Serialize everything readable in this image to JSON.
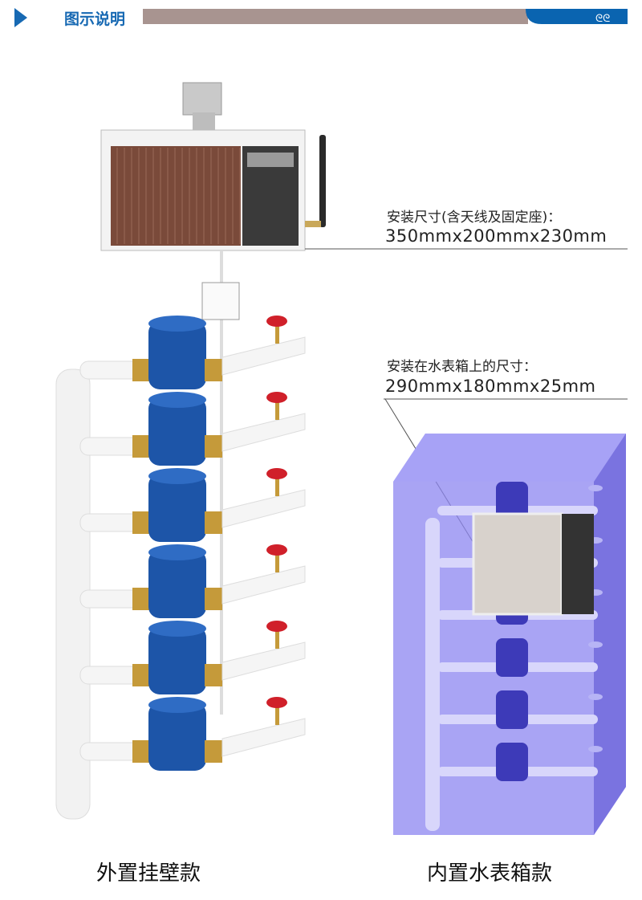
{
  "header": {
    "title": "图示说明",
    "colors": {
      "accent": "#1769b3",
      "bar": "#a89490"
    }
  },
  "external": {
    "dim_label": "安装尺寸(含天线及固定座)：",
    "dim_value": "350mmx200mmx230mm",
    "caption": "外置挂壁款",
    "meter_count": 6
  },
  "internal": {
    "dim_label": "安装在水表箱上的尺寸：",
    "dim_value": "290mmx180mmx25mm",
    "caption": "内置水表箱款",
    "meter_count": 6,
    "box_color": "#8c86f0"
  }
}
